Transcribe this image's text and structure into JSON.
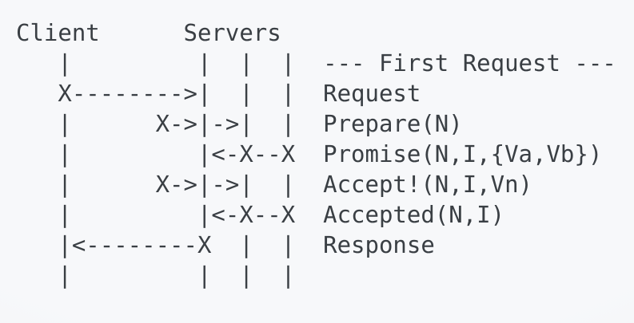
{
  "diagram": {
    "title": "Paxos message sequence diagram",
    "kind": "ascii-sequence-diagram",
    "background_color": "#f7f8fa",
    "text_color": "#3a3f44",
    "font": "monospace",
    "columns": {
      "client_label": "Client",
      "servers_label": "Servers",
      "server_count": 3
    },
    "header_row": "Client      Servers",
    "rows": [
      {
        "name": "header",
        "lifelines": "Client      Servers",
        "message": ""
      },
      {
        "name": "phase-banner",
        "lifelines": "   |         |  |  |  ",
        "message": "--- First Request ---"
      },
      {
        "name": "client-request",
        "lifelines": "   X-------->|  |  |  ",
        "message": "Request"
      },
      {
        "name": "prepare",
        "lifelines": "   |      X->|->|  |  ",
        "message": "Prepare(N)"
      },
      {
        "name": "promise",
        "lifelines": "   |         |<-X--X  ",
        "message": "Promise(N,I,{Va,Vb})"
      },
      {
        "name": "accept",
        "lifelines": "   |      X->|->|  |  ",
        "message": "Accept!(N,I,Vn)"
      },
      {
        "name": "accepted",
        "lifelines": "   |         |<-X--X  ",
        "message": "Accepted(N,I)"
      },
      {
        "name": "response",
        "lifelines": "   |<--------X  |  |  ",
        "message": "Response"
      },
      {
        "name": "trailing-lifelines",
        "lifelines": "   |         |  |  |  ",
        "message": ""
      }
    ],
    "messages": [
      "--- First Request ---",
      "Request",
      "Prepare(N)",
      "Promise(N,I,{Va,Vb})",
      "Accept!(N,I,Vn)",
      "Accepted(N,I)",
      "Response"
    ],
    "full_text": "Client      Servers\n   |         |  |  |  --- First Request ---\n   X-------->|  |  |  Request\n   |      X->|->|  |  Prepare(N)\n   |         |<-X--X  Promise(N,I,{Va,Vb})\n   |      X->|->|  |  Accept!(N,I,Vn)\n   |         |<-X--X  Accepted(N,I)\n   |<--------X  |  |  Response\n   |         |  |  |  "
  }
}
